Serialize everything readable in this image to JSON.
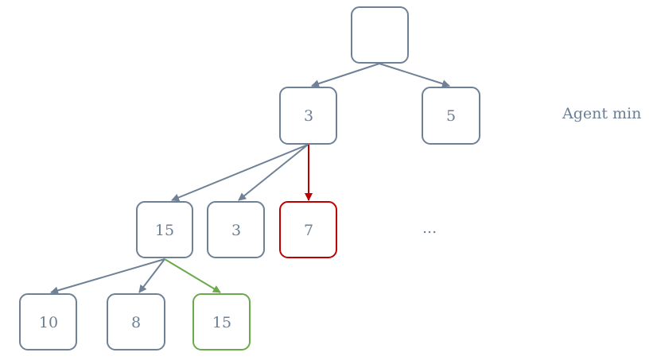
{
  "colors": {
    "default": "#6e8196",
    "highlight_red": "#c00000",
    "highlight_green": "#6aaa4a",
    "text": "#6a7f96"
  },
  "tree": {
    "root": {
      "value": ""
    },
    "level1": [
      {
        "value": "3"
      },
      {
        "value": "5"
      }
    ],
    "level2": [
      {
        "value": "15"
      },
      {
        "value": "3"
      },
      {
        "value": "7",
        "highlight": "red"
      }
    ],
    "level3": [
      {
        "value": "10"
      },
      {
        "value": "8"
      },
      {
        "value": "15",
        "highlight": "green"
      }
    ]
  },
  "labels": {
    "agent": "Agent min",
    "ellipsis": "..."
  }
}
